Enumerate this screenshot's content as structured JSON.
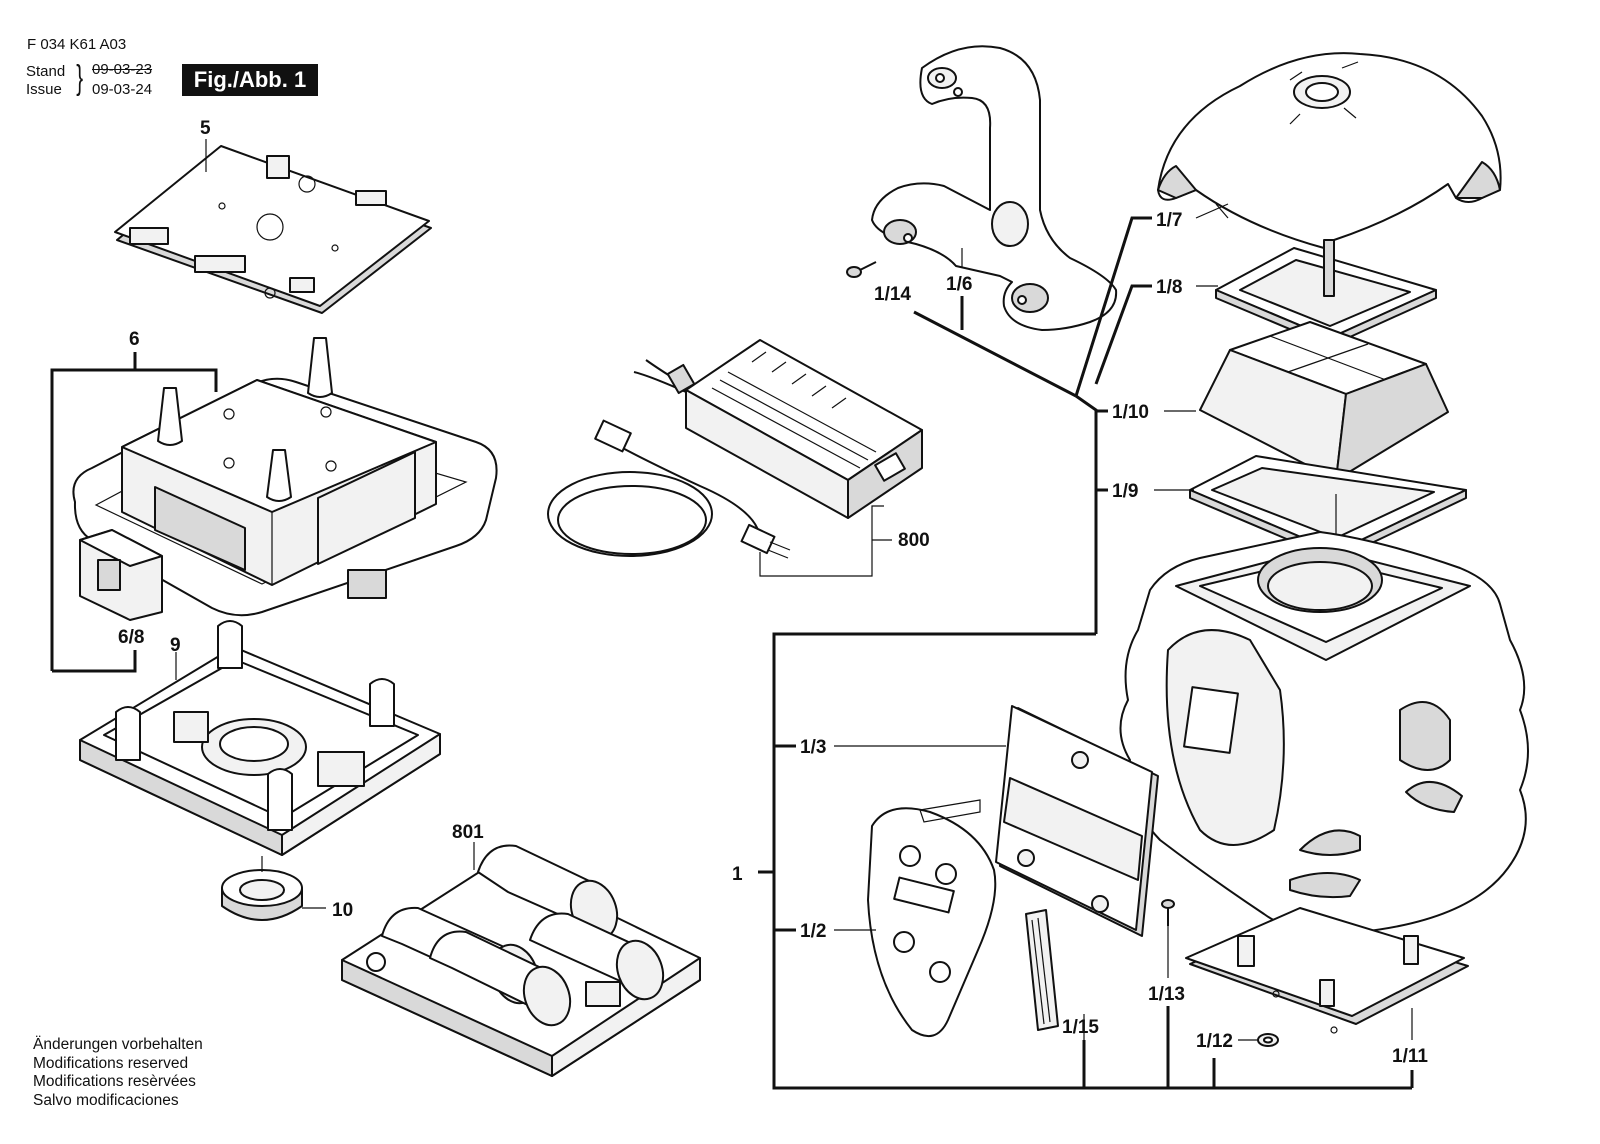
{
  "header": {
    "drawing_number": "F 034 K61 A03",
    "stand_label": "Stand",
    "issue_label": "Issue",
    "stand_date": "09-03-23",
    "issue_date": "09-03-24",
    "figure_label": "Fig./Abb. 1"
  },
  "footnote": [
    "Änderungen vorbehalten",
    "Modifications reserved",
    "Modifications resèrvées",
    "Salvo modificaciones"
  ],
  "callouts": {
    "c5": "5",
    "c6": "6",
    "c6_8": "6/8",
    "c9": "9",
    "c10": "10",
    "c801": "801",
    "c800": "800",
    "c1": "1",
    "c1_2": "1/2",
    "c1_3": "1/3",
    "c1_6": "1/6",
    "c1_7": "1/7",
    "c1_8": "1/8",
    "c1_9": "1/9",
    "c1_10": "1/10",
    "c1_11": "1/11",
    "c1_12": "1/12",
    "c1_13": "1/13",
    "c1_14": "1/14",
    "c1_15": "1/15"
  }
}
